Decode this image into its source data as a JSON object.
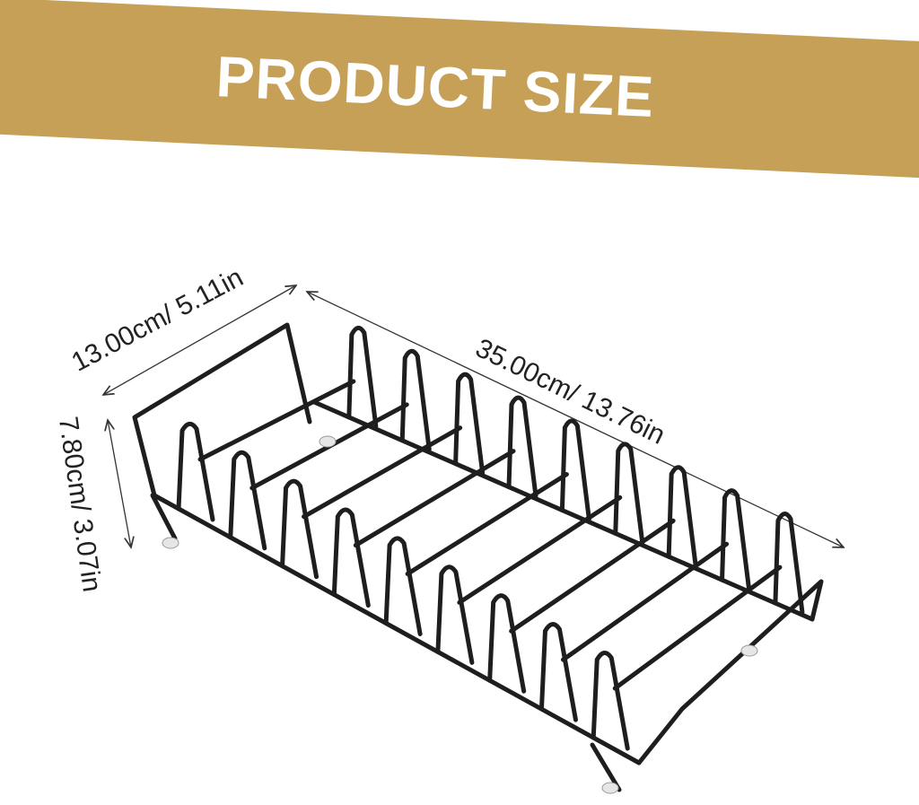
{
  "banner": {
    "title": "PRODUCT SIZE",
    "color": "#c6a056"
  },
  "dimensions": {
    "width": "13.00cm/ 5.11in",
    "length": "35.00cm/ 13.76in",
    "height": "7.80cm/ 3.07in"
  },
  "product": {
    "name_icon": "dish-rack-image",
    "wire_color": "#1e1e1e"
  }
}
